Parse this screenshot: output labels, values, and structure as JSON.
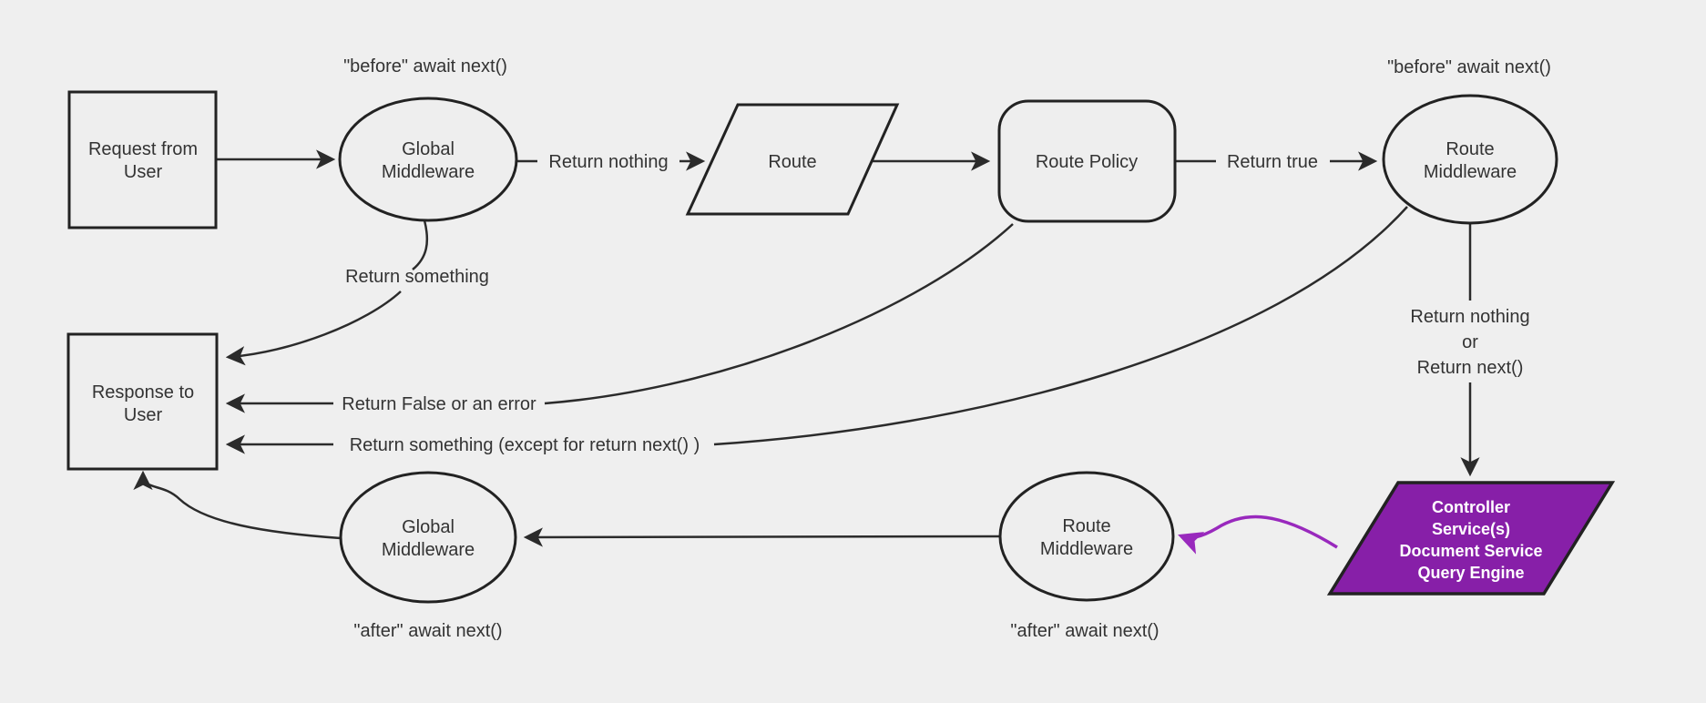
{
  "nodes": {
    "request": {
      "lines": [
        "Request from",
        "User"
      ]
    },
    "global_middleware_top": {
      "lines": [
        "Global",
        "Middleware"
      ]
    },
    "route": {
      "label": "Route"
    },
    "route_policy": {
      "label": "Route Policy"
    },
    "route_middleware_top": {
      "lines": [
        "Route",
        "Middleware"
      ]
    },
    "response": {
      "lines": [
        "Response to",
        "User"
      ]
    },
    "controller_stack": {
      "lines": [
        "Controller",
        "Service(s)",
        "Document Service",
        "Query Engine"
      ]
    },
    "route_middleware_bottom": {
      "lines": [
        "Route",
        "Middleware"
      ]
    },
    "global_middleware_bottom": {
      "lines": [
        "Global",
        "Middleware"
      ]
    }
  },
  "edge_labels": {
    "before_top_left": "\"before\" await next()",
    "before_top_right": "\"before\" await next()",
    "return_nothing": "Return nothing",
    "return_true": "Return true",
    "return_something": "Return something",
    "return_false_or_error": "Return False or an error",
    "return_something_except": "Return something (except for return next() )",
    "return_nothing_or_next": {
      "lines": [
        "Return nothing",
        "or",
        "Return next()"
      ]
    },
    "after_bottom_left": "\"after\" await next()",
    "after_bottom_right": "\"after\" await next()"
  },
  "colors": {
    "background": "#efefef",
    "node_fill": "#eeeeee",
    "node_stroke": "#222222",
    "edge": "#2b2b2b",
    "text": "#333333",
    "accent_fill": "#871fa8",
    "accent_edge": "#9929bd",
    "accent_text": "#ffffff"
  }
}
